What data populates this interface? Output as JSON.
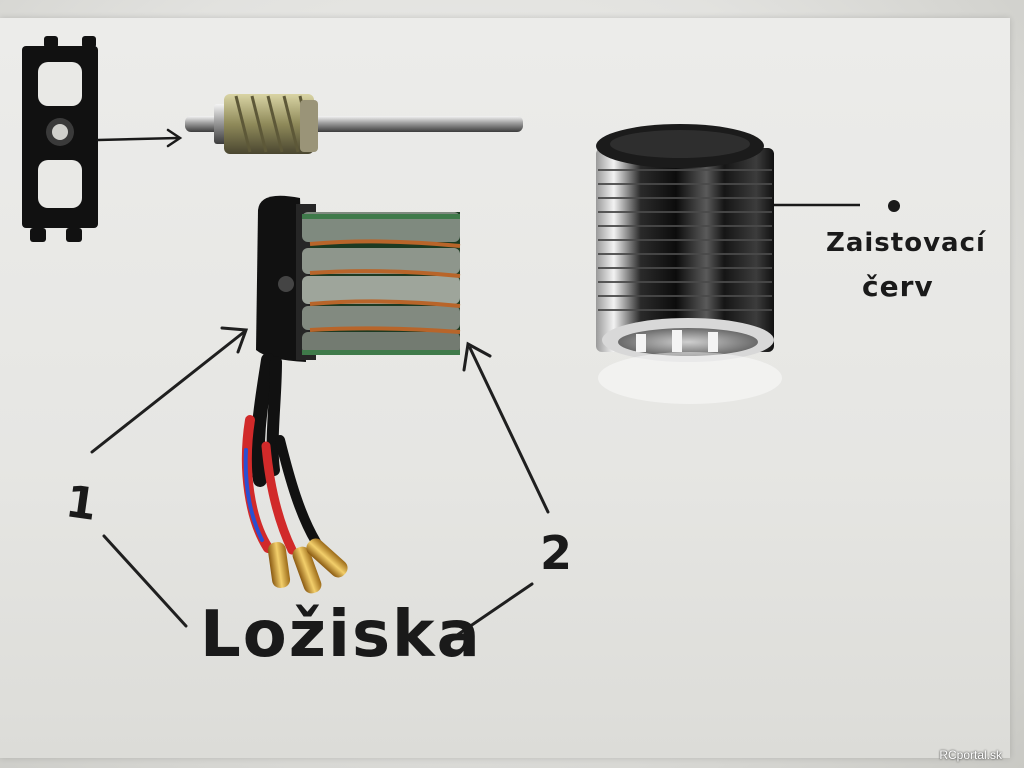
{
  "labels": {
    "bearing_one": "1",
    "bearing_two": "2",
    "bearings": "Ložiska",
    "set_screw_line1": "Zaistovací",
    "set_screw_line2": "červ"
  },
  "watermark": "RCportal.sk",
  "colors": {
    "paper": "#e8e8e5",
    "ink": "#1a1a1a",
    "copper": "#b8652a",
    "stator_green": "#3f7a4a",
    "gold": "#d9a83a",
    "wire_red": "#d12a2a",
    "wire_blue": "#2a4fd1"
  }
}
